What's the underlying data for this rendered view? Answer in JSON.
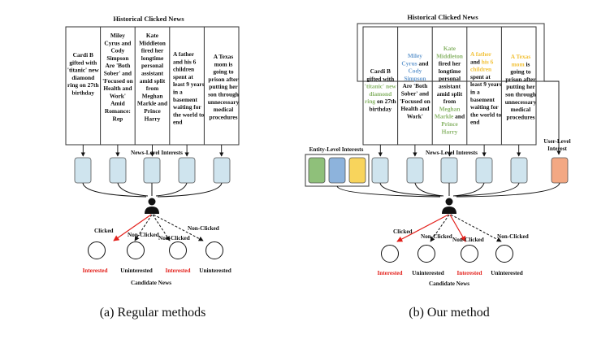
{
  "left": {
    "title": "Historical Clicked News",
    "news_label": "News-Level Interests",
    "candidate_label": "Candidate News",
    "caption": "(a)  Regular methods",
    "edges": [
      {
        "label": "Clicked",
        "state": "Interested"
      },
      {
        "label": "Non-Clicked",
        "state": "Uninterested"
      },
      {
        "label": "Non-Clicked",
        "state": "Interested"
      },
      {
        "label": "Non-Clicked",
        "state": "Uninterested"
      }
    ],
    "news": [
      [
        "Cardi B",
        "gifted with",
        "'titanic' new",
        "diamond",
        "ring on 27th",
        "birthday"
      ],
      [
        "Miley",
        "Cyrus and",
        "Cody",
        "Simpson",
        "Are 'Both",
        "Sober' and",
        "'Focused on",
        "Health and",
        "Work'",
        "Amid",
        "Romance:",
        "Rep"
      ],
      [
        "Kate",
        "Middleton",
        "fired her",
        "longtime",
        "personal",
        "assistant",
        "amid split",
        "from",
        "Meghan",
        "Markle and",
        "Prince",
        "Harry"
      ],
      [
        "A father",
        "and his 6",
        "children",
        "spent at",
        "least 9 years",
        "in a",
        "basement",
        "waiting for",
        "the world to",
        "end"
      ],
      [
        "A Texas",
        "mom is",
        "going to",
        "prison after",
        "putting her",
        "son through",
        "unnecessary",
        "medical",
        "procedures"
      ]
    ]
  },
  "right": {
    "title": "Historical Clicked News",
    "entity_label": "Entity-Level Interests",
    "news_label": "News-Level Interests",
    "user_label": [
      "User-Level",
      "Interest"
    ],
    "candidate_label": "Candidate News",
    "caption": "(b)  Our method",
    "edges": [
      {
        "label": "Clicked",
        "state": "Interested"
      },
      {
        "label": "Non-Clicked",
        "state": "Uninterested"
      },
      {
        "label": "Non-Clicked",
        "state": "Interested"
      },
      {
        "label": "Non-Clicked",
        "state": "Uninterested"
      }
    ],
    "news": [
      [
        [
          [
            "Cardi B",
            "k"
          ]
        ],
        [
          [
            "gifted with",
            "k"
          ]
        ],
        [
          [
            "'titanic' new",
            "g"
          ]
        ],
        [
          [
            "diamond",
            "g"
          ]
        ],
        [
          [
            "ring",
            "g"
          ],
          [
            " on 27th",
            "k"
          ]
        ],
        [
          [
            "birthday",
            "k"
          ]
        ]
      ],
      [
        [
          [
            "Miley",
            "b"
          ]
        ],
        [
          [
            "Cyrus",
            "b"
          ],
          [
            " and",
            "k"
          ]
        ],
        [
          [
            "Cody",
            "b"
          ]
        ],
        [
          [
            "Simpson",
            "b"
          ]
        ],
        [
          [
            "Are 'Both",
            "k"
          ]
        ],
        [
          [
            "Sober' and",
            "k"
          ]
        ],
        [
          [
            "'Focused on",
            "k"
          ]
        ],
        [
          [
            "Health and",
            "k"
          ]
        ],
        [
          [
            "Work'",
            "k"
          ]
        ]
      ],
      [
        [
          [
            "Kate",
            "g"
          ]
        ],
        [
          [
            "Middleton",
            "g"
          ]
        ],
        [
          [
            "fired her",
            "k"
          ]
        ],
        [
          [
            "longtime",
            "k"
          ]
        ],
        [
          [
            "personal",
            "k"
          ]
        ],
        [
          [
            "assistant",
            "k"
          ]
        ],
        [
          [
            "amid split",
            "k"
          ]
        ],
        [
          [
            "from",
            "k"
          ]
        ],
        [
          [
            "Meghan",
            "g"
          ]
        ],
        [
          [
            "Markle",
            "g"
          ],
          [
            " and",
            "k"
          ]
        ],
        [
          [
            "Prince",
            "g"
          ]
        ],
        [
          [
            "Harry",
            "g"
          ]
        ]
      ],
      [
        [
          [
            "A father",
            "y"
          ]
        ],
        [
          [
            "and",
            "k"
          ],
          [
            " his 6",
            "y"
          ]
        ],
        [
          [
            "children",
            "y"
          ]
        ],
        [
          [
            "spent at",
            "k"
          ]
        ],
        [
          [
            "least 9 years",
            "k"
          ]
        ],
        [
          [
            "in a",
            "k"
          ]
        ],
        [
          [
            "basement",
            "k"
          ]
        ],
        [
          [
            "waiting for",
            "k"
          ]
        ],
        [
          [
            "the world to",
            "k"
          ]
        ],
        [
          [
            "end",
            "k"
          ]
        ]
      ],
      [
        [
          [
            "A Texas",
            "y"
          ]
        ],
        [
          [
            "mom",
            "y"
          ],
          [
            " is",
            "k"
          ]
        ],
        [
          [
            "going to",
            "k"
          ]
        ],
        [
          [
            "prison after",
            "k"
          ]
        ],
        [
          [
            "putting her",
            "k"
          ]
        ],
        [
          [
            "son through",
            "k"
          ]
        ],
        [
          [
            "unnecessary",
            "k"
          ]
        ],
        [
          [
            "medical",
            "k"
          ]
        ],
        [
          [
            "procedures",
            "k"
          ]
        ]
      ]
    ]
  },
  "colors": {
    "red": "#e3201b",
    "news_box": "#cfe4ee",
    "green": "#8fc07a",
    "blue": "#8db3dc",
    "yellow": "#f8d45c",
    "orange": "#f3a883",
    "text_green": "#8ab56a",
    "text_blue": "#6c9ed1",
    "text_yellow": "#f2c23a"
  },
  "icons": [
    "user-icon"
  ]
}
